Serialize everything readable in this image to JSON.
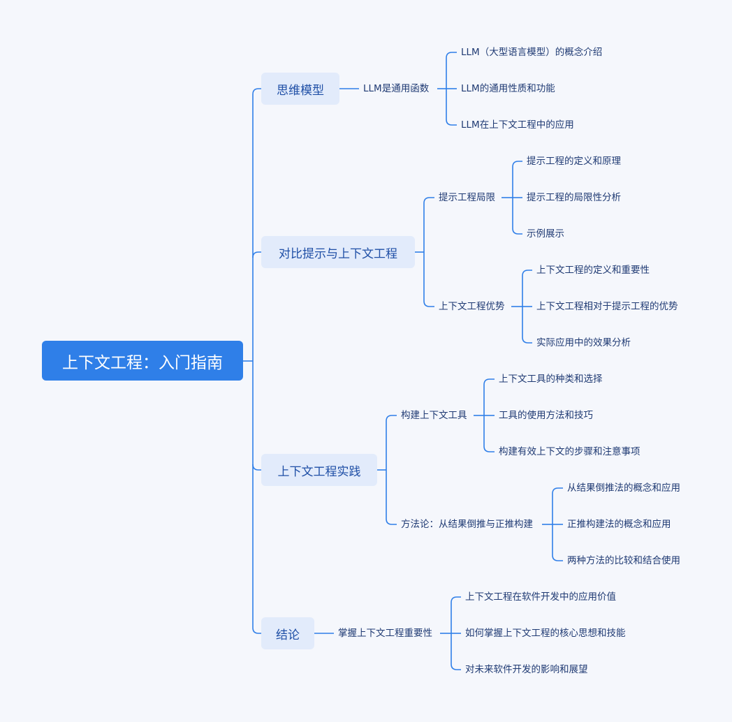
{
  "root": "上下文工程：入门指南",
  "branches": [
    {
      "label": "思维模型",
      "subs": [
        {
          "label": "LLM是通用函数",
          "items": [
            "LLM（大型语言模型）的概念介绍",
            "LLM的通用性质和功能",
            "LLM在上下文工程中的应用"
          ]
        }
      ]
    },
    {
      "label": "对比提示与上下文工程",
      "subs": [
        {
          "label": "提示工程局限",
          "items": [
            "提示工程的定义和原理",
            "提示工程的局限性分析",
            "示例展示"
          ]
        },
        {
          "label": "上下文工程优势",
          "items": [
            "上下文工程的定义和重要性",
            "上下文工程相对于提示工程的优势",
            "实际应用中的效果分析"
          ]
        }
      ]
    },
    {
      "label": "上下文工程实践",
      "subs": [
        {
          "label": "构建上下文工具",
          "items": [
            "上下文工具的种类和选择",
            "工具的使用方法和技巧",
            "构建有效上下文的步骤和注意事项"
          ]
        },
        {
          "label": "方法论：从结果倒推与正推构建",
          "items": [
            "从结果倒推法的概念和应用",
            "正推构建法的概念和应用",
            "两种方法的比较和结合使用"
          ]
        }
      ]
    },
    {
      "label": "结论",
      "subs": [
        {
          "label": "掌握上下文工程重要性",
          "items": [
            "上下文工程在软件开发中的应用价值",
            "如何掌握上下文工程的核心思想和技能",
            "对未来软件开发的影响和展望"
          ]
        }
      ]
    }
  ],
  "colors": {
    "root_bg": "#2f7fe8",
    "branch_bg": "#e2ebfb",
    "line": "#2f7fe8",
    "text": "#1f3a73"
  }
}
